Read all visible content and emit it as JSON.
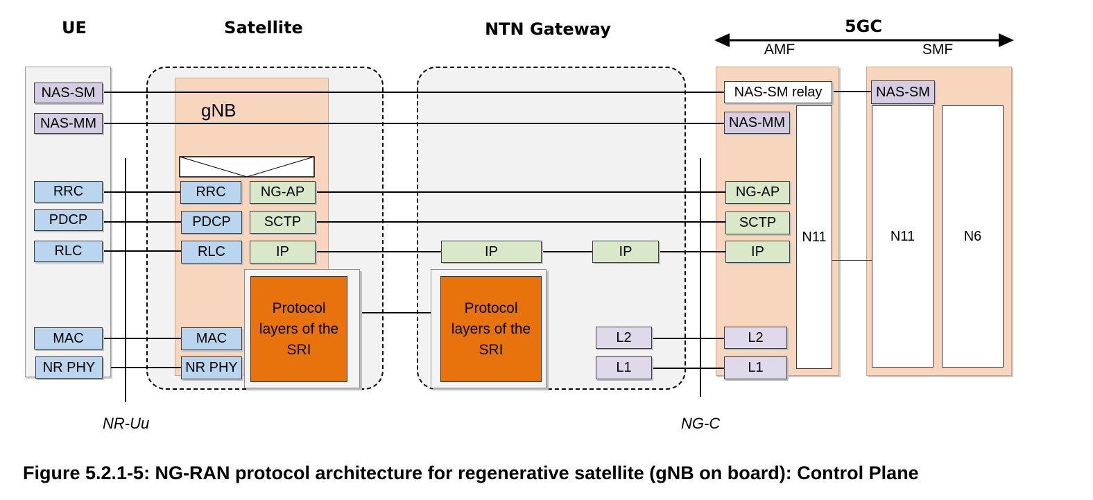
{
  "headers": {
    "ue": "UE",
    "satellite": "Satellite",
    "ntn_gateway": "NTN Gateway",
    "core": "5GC",
    "amf": "AMF",
    "smf": "SMF"
  },
  "gnb_label": "gNB",
  "ue_stack": {
    "nas_sm": "NAS-SM",
    "nas_mm": "NAS-MM",
    "rrc": "RRC",
    "pdcp": "PDCP",
    "rlc": "RLC",
    "mac": "MAC",
    "nr_phy": "NR PHY"
  },
  "gnb_stack": {
    "rrc": "RRC",
    "pdcp": "PDCP",
    "rlc": "RLC",
    "mac": "MAC",
    "nr_phy": "NR PHY",
    "ng_ap": "NG-AP",
    "sctp": "SCTP",
    "ip": "IP",
    "sri": "Protocol layers of the SRI"
  },
  "gateway_stack": {
    "ip_left": "IP",
    "ip_right": "IP",
    "sri": "Protocol layers of the SRI",
    "l2": "L2",
    "l1": "L1"
  },
  "amf_stack": {
    "nas_sm_relay": "NAS-SM relay",
    "nas_mm": "NAS-MM",
    "ng_ap": "NG-AP",
    "sctp": "SCTP",
    "ip": "IP",
    "l2": "L2",
    "l1": "L1",
    "n11": "N11"
  },
  "smf_stack": {
    "nas_sm": "NAS-SM",
    "n11": "N11",
    "n6": "N6"
  },
  "interfaces": {
    "nr_uu": "NR-Uu",
    "ng_c": "NG-C"
  },
  "caption": "Figure 5.2.1-5: NG-RAN protocol architecture for regenerative satellite (gNB on board): Control Plane",
  "colors": {
    "blue_layer": "#b9d6ee",
    "green_layer": "#d9e8c8",
    "purple_layer": "#d6cde2",
    "sri_orange": "#e8720c",
    "node_peach": "#f8d5bd"
  }
}
